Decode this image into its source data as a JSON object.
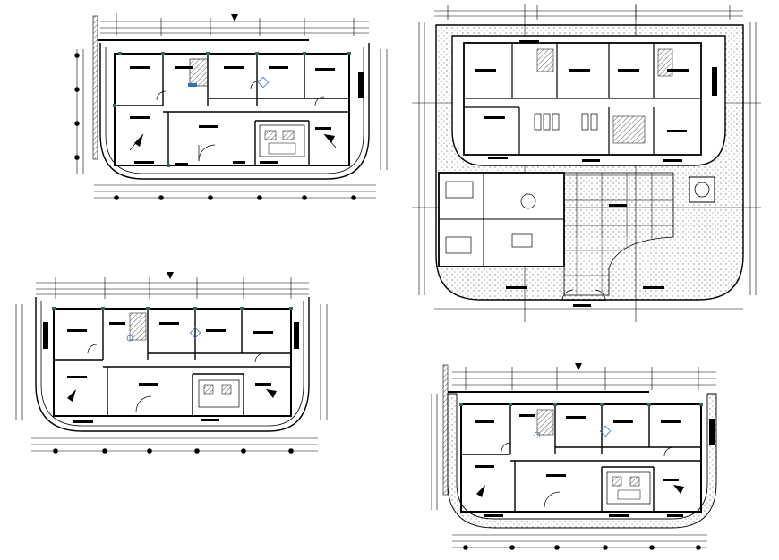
{
  "sheet": {
    "background": "#ffffff",
    "line_color": "#000000",
    "hatch_color": "#555555",
    "window_color": "#2f6b4f",
    "accent_color": "#3a6fb0"
  },
  "plans": [
    {
      "id": "plan-top-left",
      "variant": "ground-floor",
      "room_count": 11
    },
    {
      "id": "plan-top-right",
      "variant": "site-plan-with-annex",
      "room_count": 12
    },
    {
      "id": "plan-bottom-left",
      "variant": "ground-floor",
      "room_count": 11
    },
    {
      "id": "plan-bottom-right",
      "variant": "ground-floor-landscaped",
      "room_count": 11
    }
  ]
}
